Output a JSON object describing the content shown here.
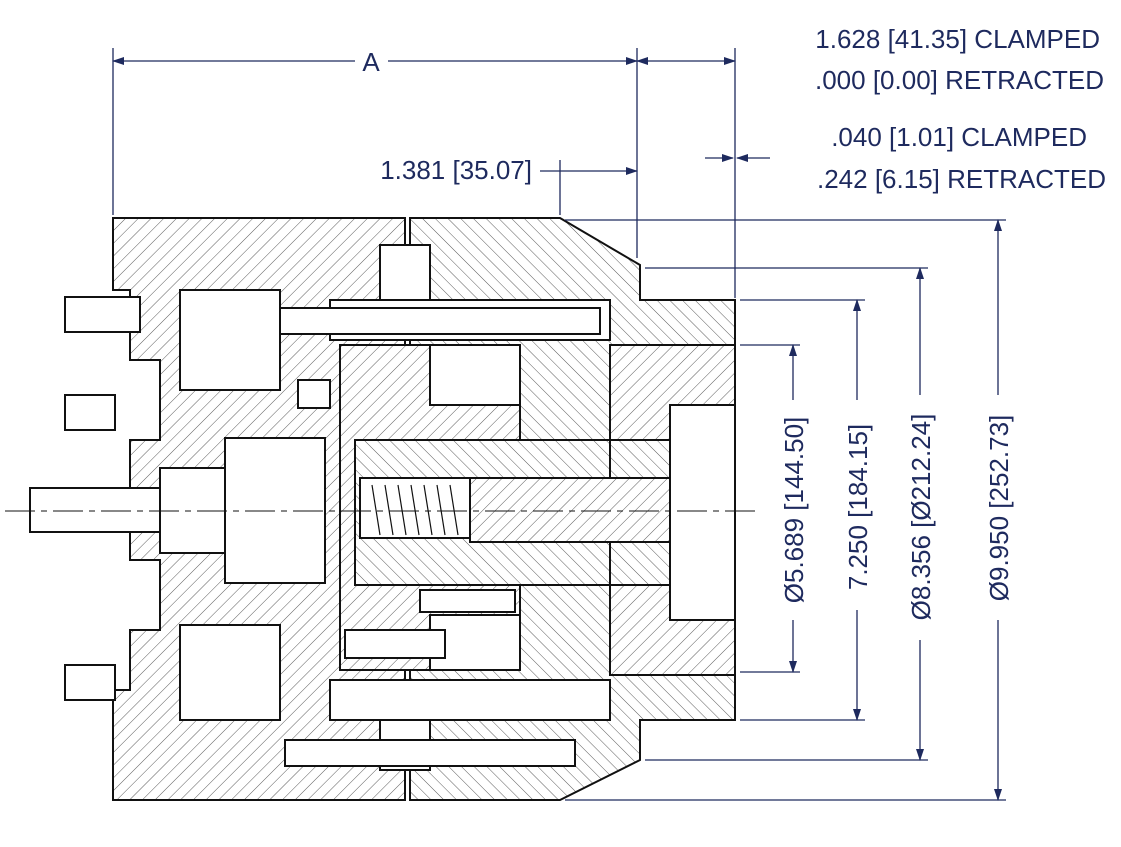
{
  "drawing": {
    "dim_a_label": "A",
    "stroke_top_clamped": "1.628 [41.35] CLAMPED",
    "stroke_top_retracted": ".000 [0.00] RETRACTED",
    "offset_clamped": ".040 [1.01] CLAMPED",
    "offset_retracted": ".242 [6.15] RETRACTED",
    "dim_1381": "1.381 [35.07]",
    "dia_5689": "Ø5.689 [144.50]",
    "dim_7250": "7.250 [184.15]",
    "dia_8356": "Ø8.356 [Ø212.24]",
    "dia_9950": "Ø9.950 [252.73]"
  },
  "colors": {
    "dimension": "#1e2a5e",
    "outline": "#111111"
  }
}
